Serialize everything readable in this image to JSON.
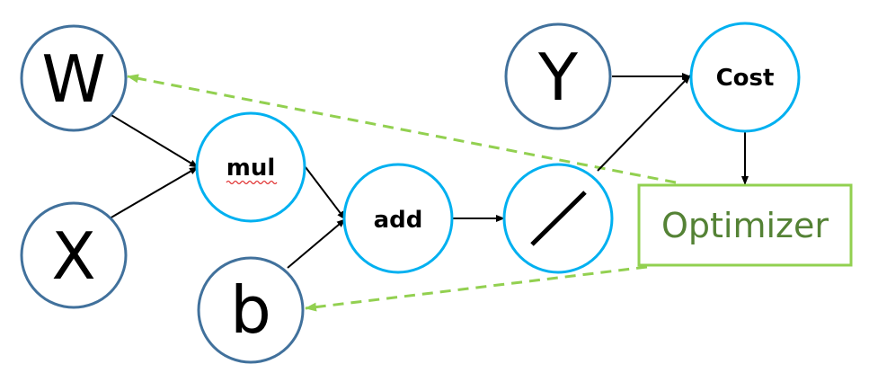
{
  "nodes": {
    "w": {
      "label": "W"
    },
    "x": {
      "label": "X"
    },
    "b": {
      "label": "b"
    },
    "y": {
      "label": "Y"
    },
    "mul": {
      "label": "mul"
    },
    "add": {
      "label": "add"
    },
    "cost": {
      "label": "Cost"
    },
    "optimizer": {
      "label": "Optimizer"
    }
  },
  "colors": {
    "input_circle_stroke": "#41719c",
    "op_circle_stroke": "#00b0f0",
    "optimizer_stroke": "#92d050",
    "optimizer_text": "#548235",
    "feedback_dash": "#92d050",
    "arrow": "#000000",
    "spellcheck_underline": "#e03030"
  }
}
